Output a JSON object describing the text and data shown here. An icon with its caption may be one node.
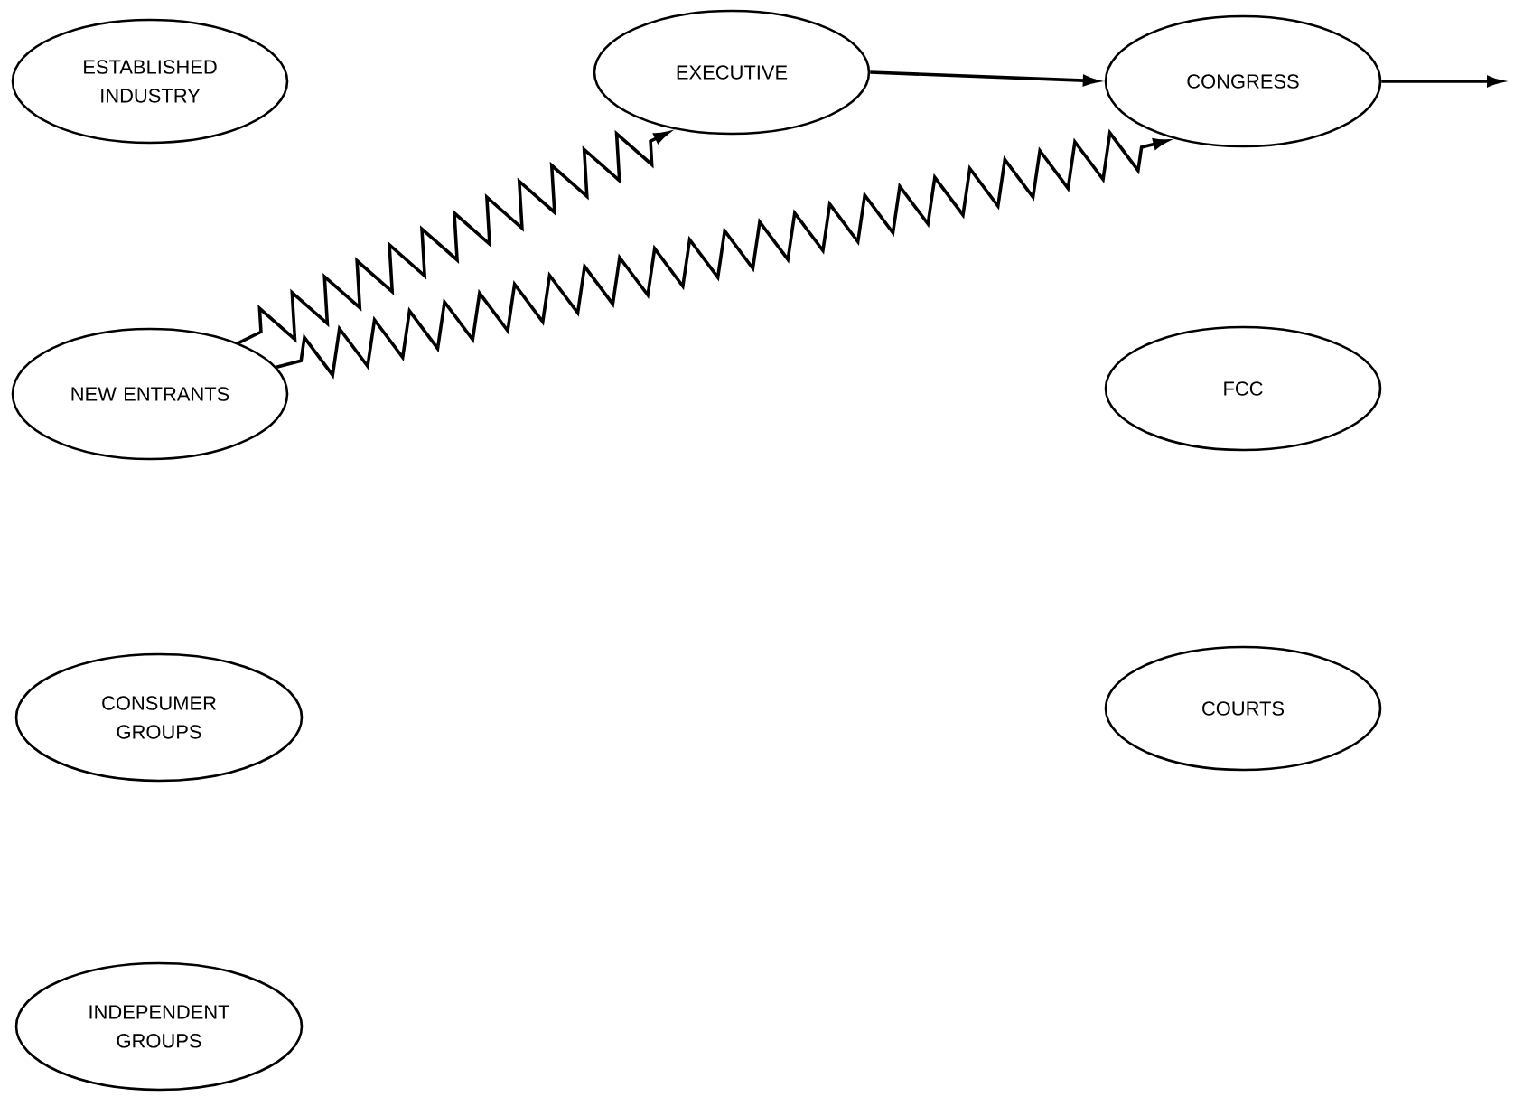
{
  "diagram": {
    "nodes": [
      {
        "text": [
          "ESTABLISHED INDUSTRY"
        ]
      },
      {
        "text": [
          "EXECUTIVE"
        ]
      },
      {
        "text": [
          "CONGRESS"
        ]
      },
      {
        "text": [
          "NEW ENTRANTS"
        ]
      },
      {
        "text": [
          "FCC"
        ]
      },
      {
        "text": [
          "CONSUMER GROUPS"
        ]
      },
      {
        "text": [
          "COURTS"
        ]
      },
      {
        "text": [
          "INDEPENDENT GROUPS"
        ]
      }
    ],
    "edges": [
      {
        "from": 3,
        "to": 1,
        "arrow": "to"
      },
      {
        "from": 3,
        "to": 2,
        "arrow": "to"
      },
      {
        "from": 1,
        "to": 2,
        "arrow": "to"
      },
      {
        "from": 2,
        "to": null,
        "arrow": "to"
      }
    ]
  }
}
